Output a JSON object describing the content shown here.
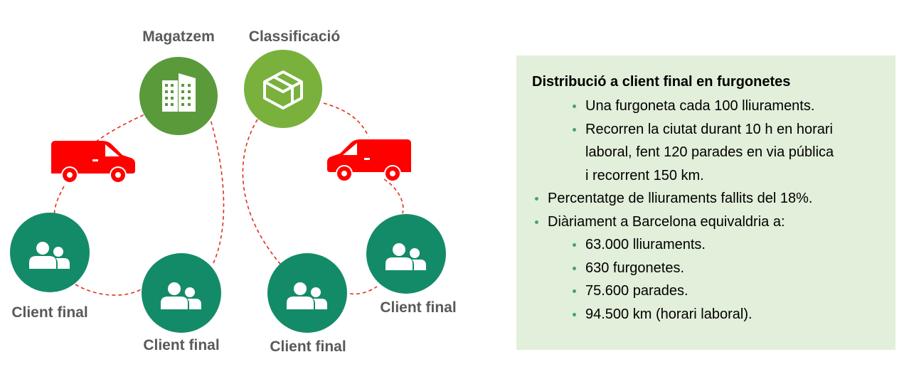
{
  "colors": {
    "warehouse": "#5a9a3b",
    "sorting": "#7ab03c",
    "client": "#148b68",
    "van": "#ff0000",
    "route": "#e0311f",
    "panel_bg": "#e2efda",
    "bullet": "#4aa07a"
  },
  "nodes": {
    "warehouse": {
      "label": "Magatzem",
      "icon": "building-icon"
    },
    "sorting": {
      "label": "Classificació",
      "icon": "package-box-icon"
    },
    "client_1": {
      "label": "Client final",
      "icon": "users-icon"
    },
    "client_2": {
      "label": "Client final",
      "icon": "users-icon"
    },
    "client_3": {
      "label": "Client final",
      "icon": "users-icon"
    },
    "client_4": {
      "label": "Client final",
      "icon": "users-icon"
    }
  },
  "vans": [
    {
      "icon": "delivery-van-icon"
    },
    {
      "icon": "delivery-van-icon"
    }
  ],
  "info": {
    "title": "Distribució a client final en furgonetes",
    "sub_item_1": "Una furgoneta cada 100 lliuraments.",
    "sub_item_2_line1": "Recorren la ciutat durant 10 h en horari",
    "sub_item_2_line2": "laboral, fent 120 parades en via pública",
    "sub_item_2_line3": "i recorrent 150 km.",
    "item_failed": "Percentatge de lliuraments fallits del 18%.",
    "item_daily": "Diàriament a Barcelona equivaldria a:",
    "daily_1": "63.000 lliuraments.",
    "daily_2": "630 furgonetes.",
    "daily_3": "75.600 parades.",
    "daily_4": "94.500 km (horari laboral)."
  }
}
